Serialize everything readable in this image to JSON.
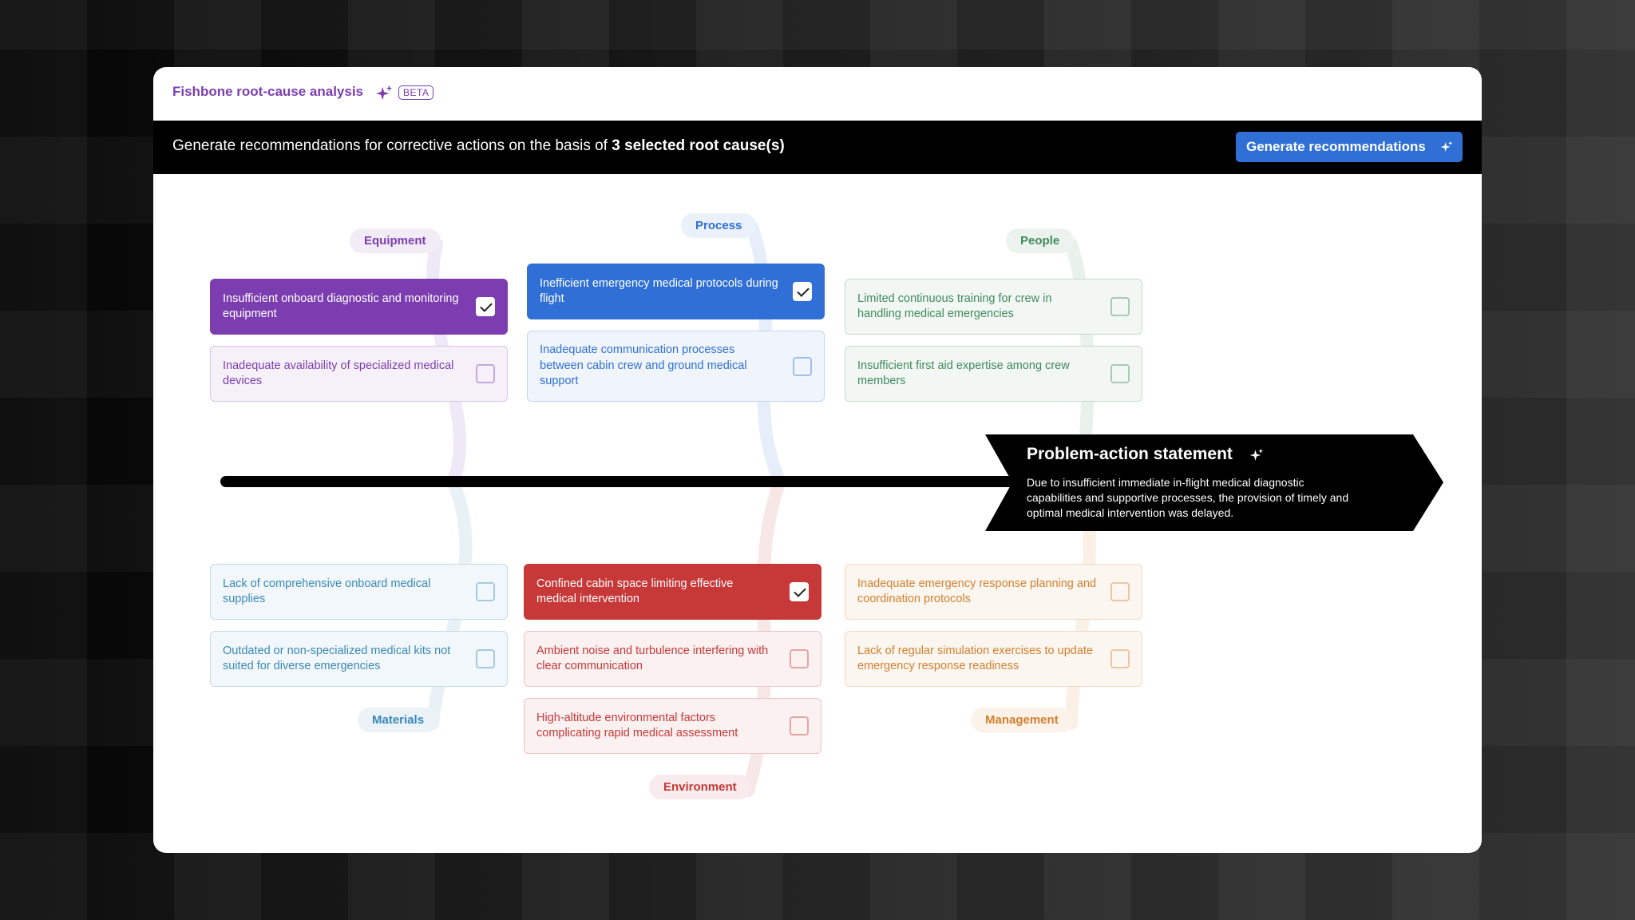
{
  "app": {
    "title": "Fishbone root-cause analysis",
    "badge": "BETA"
  },
  "banner": {
    "prefix": "Generate recommendations for corrective actions on the basis of",
    "emphasis": "3 selected root cause(s)",
    "button_label": "Generate recommendations"
  },
  "problem_statement": {
    "title": "Problem-action statement",
    "body": "Due to insufficient immediate in-flight medical diagnostic capabilities and supportive processes, the provision of timely and optimal medical intervention was delayed."
  },
  "colors": {
    "equipment": "#7b3db0",
    "process": "#2f6fd6",
    "people": "#3f8a5c",
    "materials": "#3a88b8",
    "environment": "#c73838",
    "management": "#d2802e",
    "button": "#2f6fd6",
    "accent": "#7b3db0"
  },
  "categories": {
    "equipment": {
      "label": "Equipment",
      "causes": [
        {
          "text": "Insufficient onboard diagnostic and monitoring equipment",
          "selected": true
        },
        {
          "text": "Inadequate availability of specialized medical devices",
          "selected": false
        }
      ]
    },
    "process": {
      "label": "Process",
      "causes": [
        {
          "text": "Inefficient emergency medical protocols during flight",
          "selected": true
        },
        {
          "text": "Inadequate communication processes between cabin crew and ground medical support",
          "selected": false
        }
      ]
    },
    "people": {
      "label": "People",
      "causes": [
        {
          "text": "Limited continuous training for crew in handling medical emergencies",
          "selected": false
        },
        {
          "text": "Insufficient first aid expertise among crew members",
          "selected": false
        }
      ]
    },
    "materials": {
      "label": "Materials",
      "causes": [
        {
          "text": "Lack of comprehensive onboard medical supplies",
          "selected": false
        },
        {
          "text": "Outdated or non-specialized medical kits not suited for diverse emergencies",
          "selected": false
        }
      ]
    },
    "environment": {
      "label": "Environment",
      "causes": [
        {
          "text": "Confined cabin space limiting effective medical intervention",
          "selected": true
        },
        {
          "text": "Ambient noise and turbulence interfering with clear communication",
          "selected": false
        },
        {
          "text": "High-altitude environmental factors complicating rapid medical assessment",
          "selected": false
        }
      ]
    },
    "management": {
      "label": "Management",
      "causes": [
        {
          "text": "Inadequate emergency response planning and coordination protocols",
          "selected": false
        },
        {
          "text": "Lack of regular simulation exercises to update emergency response readiness",
          "selected": false
        }
      ]
    }
  }
}
